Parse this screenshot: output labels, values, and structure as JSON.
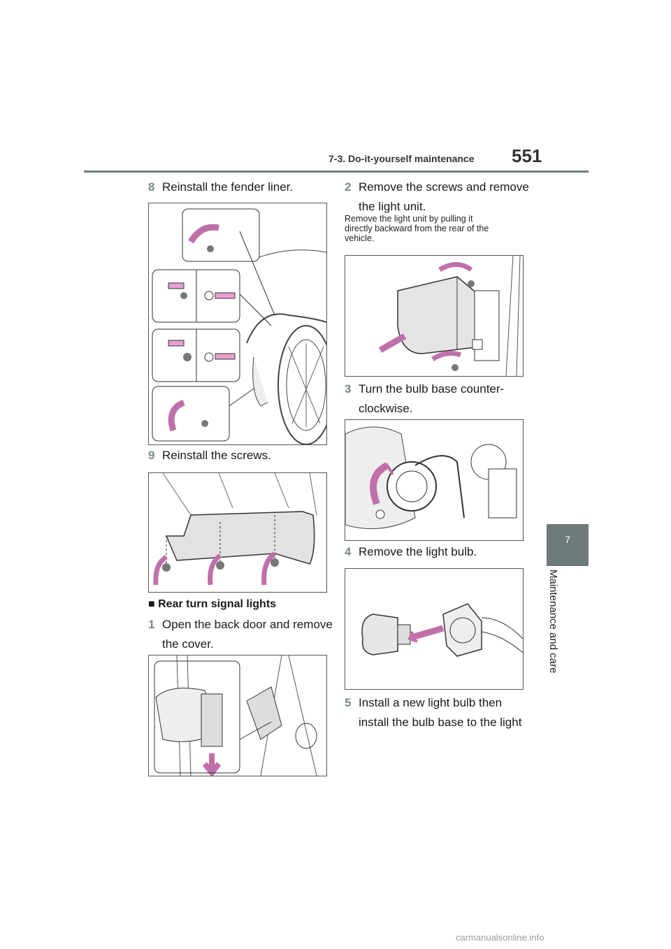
{
  "header": {
    "section": "7-3. Do-it-yourself maintenance",
    "page_number": "551"
  },
  "side_tab": {
    "chapter": "7",
    "label": "Maintenance and care"
  },
  "left_column": {
    "step8": {
      "num": "8",
      "text": "Reinstall the fender liner."
    },
    "step9": {
      "num": "9",
      "text": "Reinstall the screws."
    },
    "subheading": {
      "bullet": "■",
      "text": "Rear turn signal lights"
    },
    "step1": {
      "num": "1",
      "line1": "Open the back door and remove",
      "line2": "the cover."
    }
  },
  "right_column": {
    "step2": {
      "num": "2",
      "line1": "Remove the screws and remove",
      "line2": "the light unit."
    },
    "note": {
      "line1": "Remove the light unit by pulling it",
      "line2": "directly backward from the rear of the",
      "line3": "vehicle."
    },
    "step3": {
      "num": "3",
      "line1": "Turn the bulb base counter-",
      "line2": "clockwise."
    },
    "step4": {
      "num": "4",
      "text": "Remove the light bulb."
    },
    "step5": {
      "num": "5",
      "line1": "Install a new light bulb then",
      "line2": "install the bulb base to the light"
    }
  },
  "footer": {
    "watermark": "carmanualsonline.info"
  },
  "colors": {
    "accent": "#6e7a7a",
    "arrow": "#e8a0d0",
    "step_number": "#7a8a8a"
  }
}
